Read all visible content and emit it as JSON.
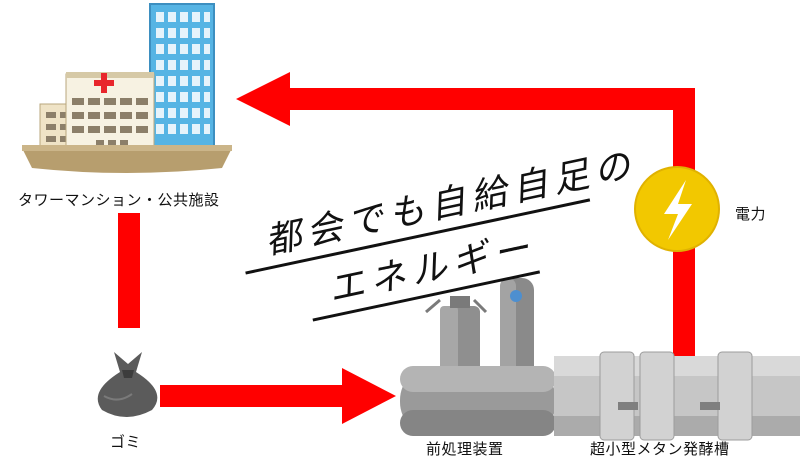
{
  "labels": {
    "buildings": "タワーマンション・公共施設",
    "garbage": "ゴミ",
    "pretreatment": "前処理装置",
    "digester": "超小型メタン発酵槽",
    "electricity": "電力"
  },
  "slogan": {
    "line1": "都会でも自給自足の",
    "line2": "エネルギー"
  },
  "colors": {
    "flow_arrow": "#ff0000",
    "lightning": "#f2c800",
    "hospital_cross": "#e8262c",
    "glass_tower": "#56b4e4"
  },
  "icons": {
    "buildings": "hospital-and-tower-building-icon",
    "garbage": "garbage-bag-icon",
    "electricity": "lightning-bolt-icon",
    "pretreatment": "pretreatment-tank-icon",
    "digester": "methane-digester-icon"
  }
}
